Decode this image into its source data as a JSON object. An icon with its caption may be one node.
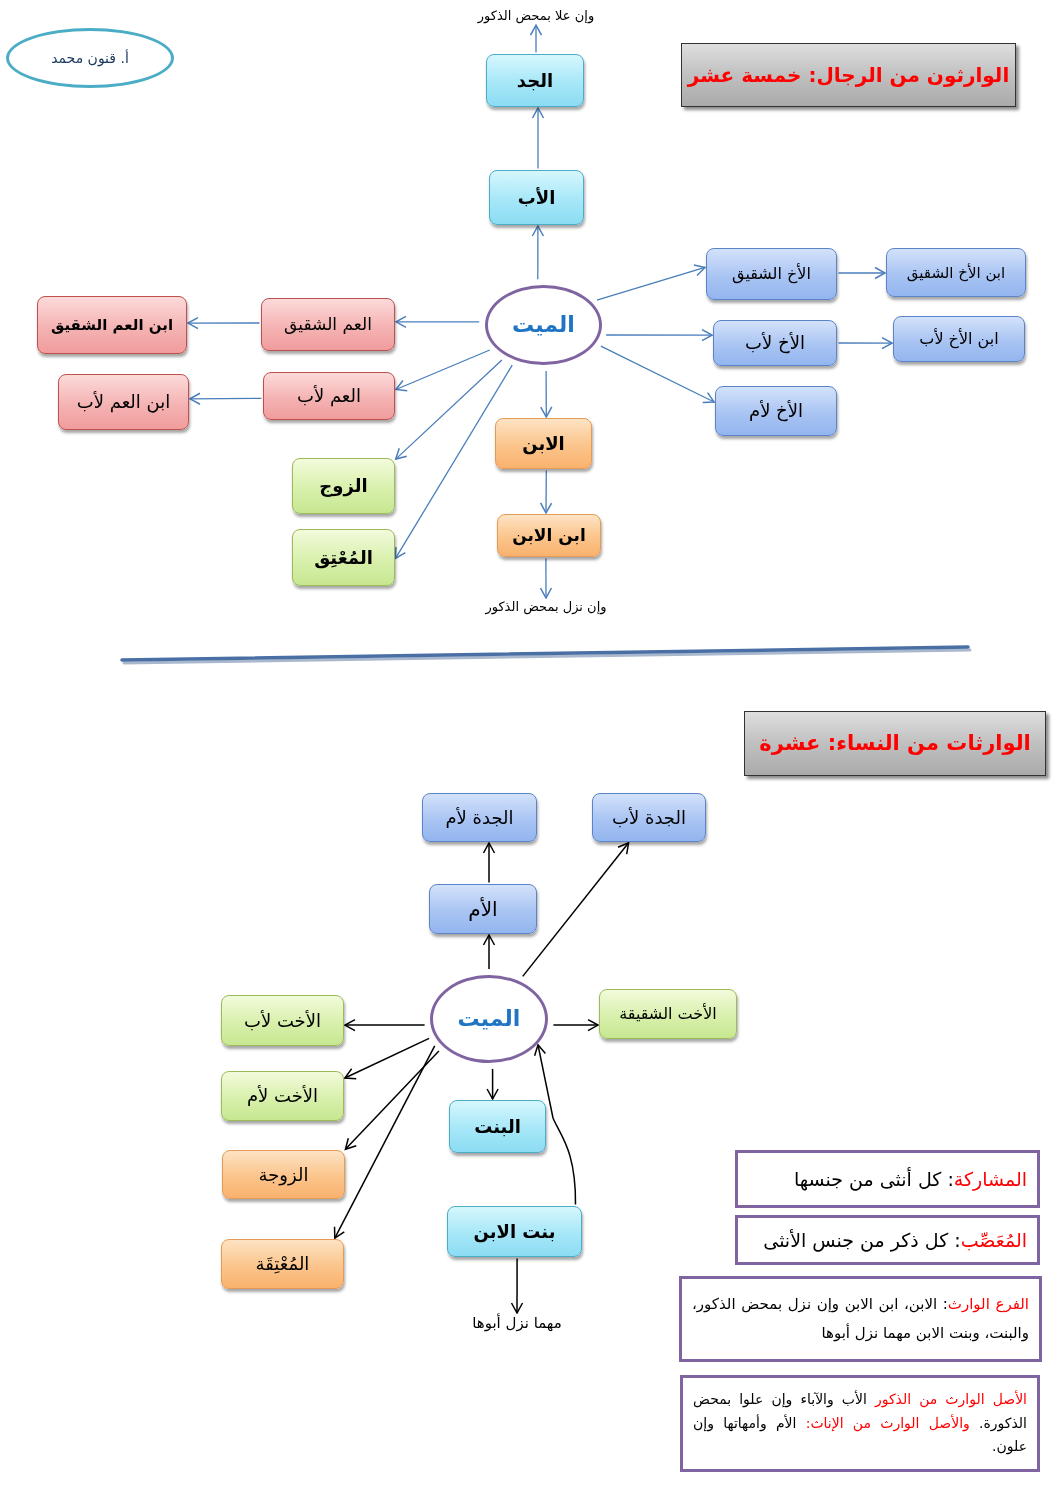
{
  "diagram": {
    "nodes": [
      {
        "text": [
          "الوارثون من الرجال: خمسة عشر"
        ]
      },
      {
        "text": [
          "وإن علا بمحض الذكور"
        ]
      },
      {
        "text": [
          "الجد"
        ]
      },
      {
        "text": [
          "أ. قنون محمد"
        ]
      },
      {
        "text": [
          "الأب"
        ]
      },
      {
        "text": [
          "ابن الأخ الشقيق"
        ]
      },
      {
        "text": [
          "الأخ الشقيق"
        ]
      },
      {
        "text": [
          "الميت"
        ]
      },
      {
        "text": [
          "العم الشقيق"
        ]
      },
      {
        "text": [
          "ابن العم الشقيق"
        ]
      },
      {
        "text": [
          "ابن الأخ لأب"
        ]
      },
      {
        "text": [
          "الأخ لأب"
        ]
      },
      {
        "text": [
          "العم لأب"
        ]
      },
      {
        "text": [
          "ابن العم لأب"
        ]
      },
      {
        "text": [
          "الأخ لأم"
        ]
      },
      {
        "text": [
          "الابن"
        ]
      },
      {
        "text": [
          "الزوج"
        ]
      },
      {
        "text": [
          "ابن الابن"
        ]
      },
      {
        "text": [
          "المُعْتِق"
        ]
      },
      {
        "text": [
          "وإن نزل بمحض الذكور"
        ]
      },
      {
        "text": [
          "الوارثات من النساء: عشرة"
        ]
      },
      {
        "text": [
          "الجدة لأب"
        ]
      },
      {
        "text": [
          "الجدة لأم"
        ]
      },
      {
        "text": [
          "الأم"
        ]
      },
      {
        "text": [
          "الأخت الشقيقة"
        ]
      },
      {
        "text": [
          "الميت"
        ]
      },
      {
        "text": [
          "الأخت لأب"
        ]
      },
      {
        "text": [
          "الأخت لأم"
        ]
      },
      {
        "text": [
          "البنت"
        ]
      },
      {
        "text": [
          "الزوجة"
        ]
      },
      {
        "text": [
          "بنت الابن"
        ]
      },
      {
        "text": [
          "المُعْتِقَة"
        ]
      },
      {
        "text": [
          "مهما نزل أبوها"
        ]
      },
      {
        "text": [
          "**المشاركة**: كل أنثى من جنسها"
        ]
      },
      {
        "text": [
          "**المُعَصِّب**: كل ذكر من جنس الأنثى"
        ]
      },
      {
        "text": [
          "**الفرع الوارث**: الابن، ابن الابن وإن نزل بمحض الذكور، والبنت، وبنت الابن مهما نزل أبوها"
        ]
      },
      {
        "text": [
          "**الأصل الوارث من الذكور** الأب والآباء وإن علوا بمحض الذكورة. **والأصل الوارث من الإناث:** الأم وأمهاتها وإن علون."
        ]
      }
    ],
    "edges": [
      {
        "from": 7,
        "to": 4,
        "arrow": "to"
      },
      {
        "from": 4,
        "to": 2,
        "arrow": "to"
      },
      {
        "from": 2,
        "to": 1,
        "arrow": "to"
      },
      {
        "from": 7,
        "to": 6,
        "arrow": "to"
      },
      {
        "from": 6,
        "to": 5,
        "arrow": "to"
      },
      {
        "from": 7,
        "to": 11,
        "arrow": "to"
      },
      {
        "from": 11,
        "to": 10,
        "arrow": "to"
      },
      {
        "from": 7,
        "to": 14,
        "arrow": "to"
      },
      {
        "from": 7,
        "to": 8,
        "arrow": "to"
      },
      {
        "from": 8,
        "to": 9,
        "arrow": "to"
      },
      {
        "from": 7,
        "to": 12,
        "arrow": "to"
      },
      {
        "from": 12,
        "to": 13,
        "arrow": "to"
      },
      {
        "from": 7,
        "to": 16,
        "arrow": "to"
      },
      {
        "from": 7,
        "to": 18,
        "arrow": "to"
      },
      {
        "from": 7,
        "to": 15,
        "arrow": "to"
      },
      {
        "from": 15,
        "to": 17,
        "arrow": "to"
      },
      {
        "from": 17,
        "to": 19,
        "arrow": "to"
      },
      {
        "from": 25,
        "to": 23,
        "arrow": "to",
        "color": "#000000"
      },
      {
        "from": 23,
        "to": 22,
        "arrow": "to",
        "color": "#000000"
      },
      {
        "from": 25,
        "to": 21,
        "arrow": "to",
        "color": "#000000"
      },
      {
        "from": 25,
        "to": 24,
        "arrow": "to",
        "color": "#000000"
      },
      {
        "from": 25,
        "to": 26,
        "arrow": "to",
        "color": "#000000"
      },
      {
        "from": 25,
        "to": 27,
        "arrow": "to",
        "color": "#000000"
      },
      {
        "from": 25,
        "to": 29,
        "arrow": "to",
        "color": "#000000"
      },
      {
        "from": 25,
        "to": 31,
        "arrow": "to",
        "color": "#000000"
      },
      {
        "from": 25,
        "to": 28,
        "arrow": "to",
        "color": "#000000"
      },
      {
        "from": 30,
        "to": 25,
        "arrow": "to",
        "color": "#000000"
      },
      {
        "from": 30,
        "to": 32,
        "arrow": "to",
        "color": "#000000"
      }
    ]
  }
}
